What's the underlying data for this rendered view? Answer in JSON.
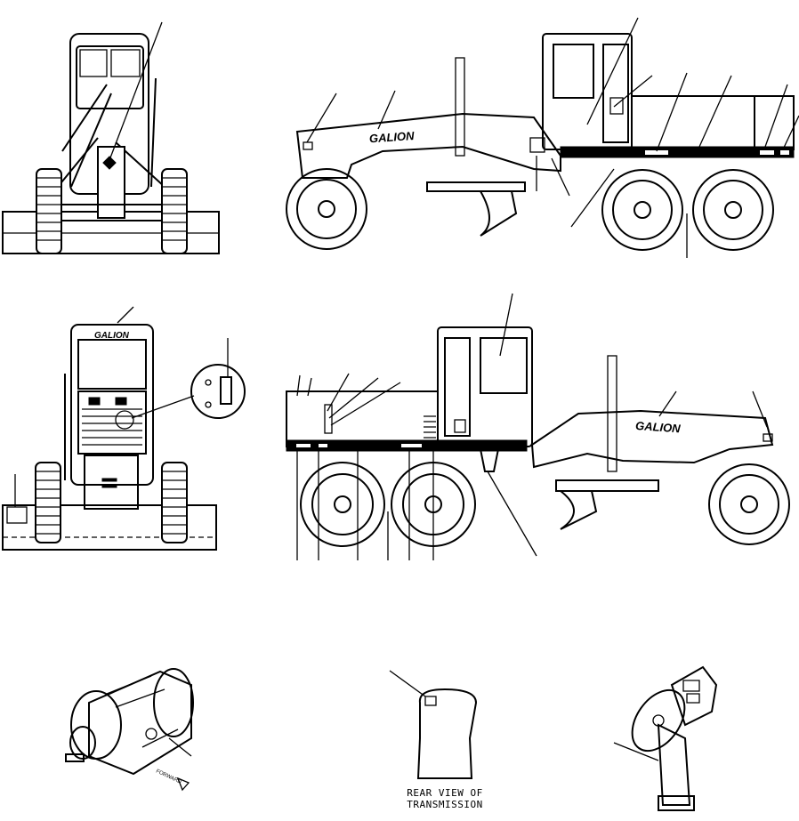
{
  "brand": {
    "front_boom": "GALION",
    "rear_cab": "GALION",
    "rear_side_boom": "GALION"
  },
  "captions": {
    "transmission_line1": "REAR VIEW OF",
    "transmission_line2": "TRANSMISSION"
  },
  "pictogram_text": {
    "forward_label": "FORWARD"
  },
  "views": [
    "front-view",
    "left-side-view",
    "rear-view",
    "right-side-view",
    "transmission-view",
    "transmission-rear-view",
    "steering-column-view"
  ]
}
